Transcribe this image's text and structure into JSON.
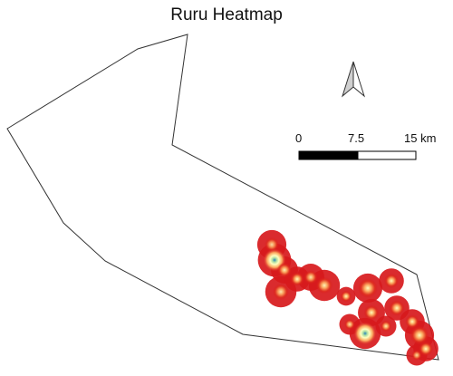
{
  "title": "Ruru Heatmap",
  "colors": {
    "background": "#ffffff",
    "boundary_stroke": "#333333",
    "heat_low": "#d7191c",
    "heat_mid": "#fdae61",
    "heat_high": "#ffffbf",
    "heat_peak": "#2b83ba",
    "scale_bar_filled": "#000000",
    "scale_bar_empty": "#ffffff"
  },
  "north_arrow": {
    "icon": "north-arrow-icon"
  },
  "scale_bar": {
    "labels": [
      "0",
      "7.5",
      "15 km"
    ],
    "values_km": [
      0,
      7.5,
      15
    ]
  },
  "heatmap": {
    "relative_intensity": [
      0.45,
      0.9,
      0.55,
      0.5,
      0.6,
      0.5,
      0.55,
      0.7,
      0.85,
      1.0,
      0.6,
      0.65,
      0.75,
      0.55,
      0.8,
      0.6,
      0.65,
      0.5,
      0.45
    ]
  }
}
